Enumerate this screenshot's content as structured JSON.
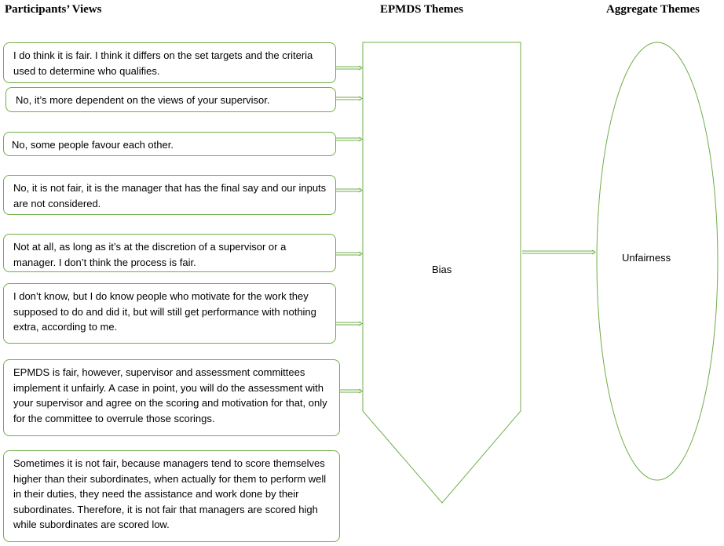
{
  "headers": {
    "participants": "Participants’ Views",
    "epmds": "EPMDS Themes",
    "aggregate": "Aggregate Themes"
  },
  "quotes": [
    "I do think it is fair. I think it differs on the set targets and the criteria used to determine who qualifies.",
    "No, it’s more dependent on the views of your supervisor.",
    "No, some people favour each other.",
    "No, it is not fair, it is the manager that has the final say and our inputs are not considered.",
    "Not at all, as long as it’s at the discretion of a supervisor or a manager. I don’t think the process is fair.",
    "I don’t know, but I do know people who motivate for the work they supposed to do and did it, but will still get performance with nothing extra, according to me.",
    "EPMDS is fair, however, supervisor and assessment committees implement it unfairly. A case in point, you will do the assessment with your supervisor and agree on the scoring and motivation for that, only for the committee to overrule those scorings.",
    "Sometimes it is not fair, because managers tend to score themselves higher than their subordinates, when actually for them to perform well in their duties, they need the assistance and work done by their subordinates. Therefore, it is not fair that managers are scored high while subordinates are scored low."
  ],
  "themes": {
    "epmds": "Bias",
    "aggregate": "Unfairness"
  },
  "colors": {
    "stroke": "#70ad47"
  }
}
